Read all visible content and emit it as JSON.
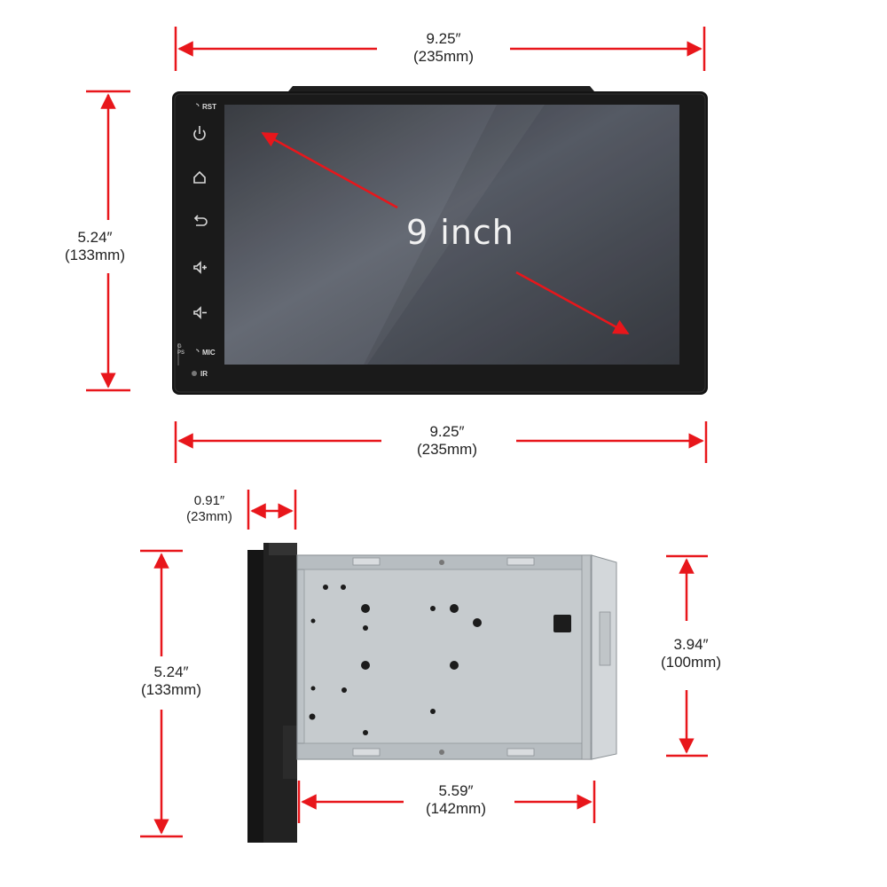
{
  "screen": {
    "size_label": "9 inch",
    "buttons": {
      "reset": "RST",
      "mic": "MIC",
      "ir": "IR",
      "gps": "GPS"
    }
  },
  "dimensions": {
    "front_width_top": {
      "inch": "9.25″",
      "mm": "(235mm)"
    },
    "front_height": {
      "inch": "5.24″",
      "mm": "(133mm)"
    },
    "front_width_bottom": {
      "inch": "9.25″",
      "mm": "(235mm)"
    },
    "side_panel_depth": {
      "inch": "0.91″",
      "mm": "(23mm)"
    },
    "side_height": {
      "inch": "5.24″",
      "mm": "(133mm)"
    },
    "chassis_height": {
      "inch": "3.94″",
      "mm": "(100mm)"
    },
    "chassis_depth": {
      "inch": "5.59″",
      "mm": "(142mm)"
    }
  },
  "colors": {
    "dimension_line": "#e8161b",
    "bezel": "#141414",
    "screen_dark": "#3a3d44",
    "screen_light": "#6c7280",
    "chassis": "#c9ced1"
  }
}
